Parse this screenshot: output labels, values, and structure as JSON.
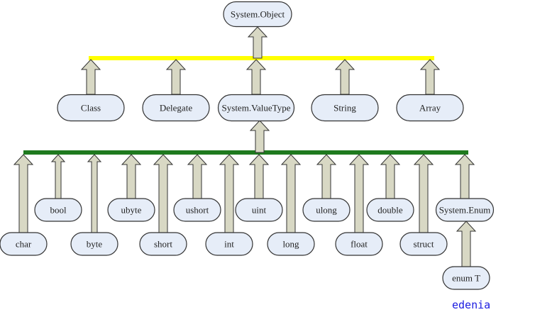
{
  "root": {
    "id": "object",
    "label": "System.Object"
  },
  "level1": [
    {
      "id": "class",
      "label": "Class"
    },
    {
      "id": "delegate",
      "label": "Delegate"
    },
    {
      "id": "valuetype",
      "label": "System.ValueType"
    },
    {
      "id": "string",
      "label": "String"
    },
    {
      "id": "array",
      "label": "Array"
    }
  ],
  "level2": [
    {
      "id": "char",
      "label": "char"
    },
    {
      "id": "bool",
      "label": "bool"
    },
    {
      "id": "byte",
      "label": "byte"
    },
    {
      "id": "ubyte",
      "label": "ubyte"
    },
    {
      "id": "short",
      "label": "short"
    },
    {
      "id": "ushort",
      "label": "ushort"
    },
    {
      "id": "int",
      "label": "int"
    },
    {
      "id": "uint",
      "label": "uint"
    },
    {
      "id": "long",
      "label": "long"
    },
    {
      "id": "ulong",
      "label": "ulong"
    },
    {
      "id": "float",
      "label": "float"
    },
    {
      "id": "double",
      "label": "double"
    },
    {
      "id": "struct",
      "label": "struct"
    },
    {
      "id": "enum",
      "label": "System.Enum"
    }
  ],
  "level3": [
    {
      "id": "enumt",
      "label": "enum T"
    }
  ],
  "colors": {
    "bar1": "#ffff00",
    "bar2": "#1f7a1f",
    "node_fill": "#e6edf8",
    "arrow_fill": "#d8d8c4",
    "signature": "#1a1ae0"
  },
  "signature": "edenia"
}
